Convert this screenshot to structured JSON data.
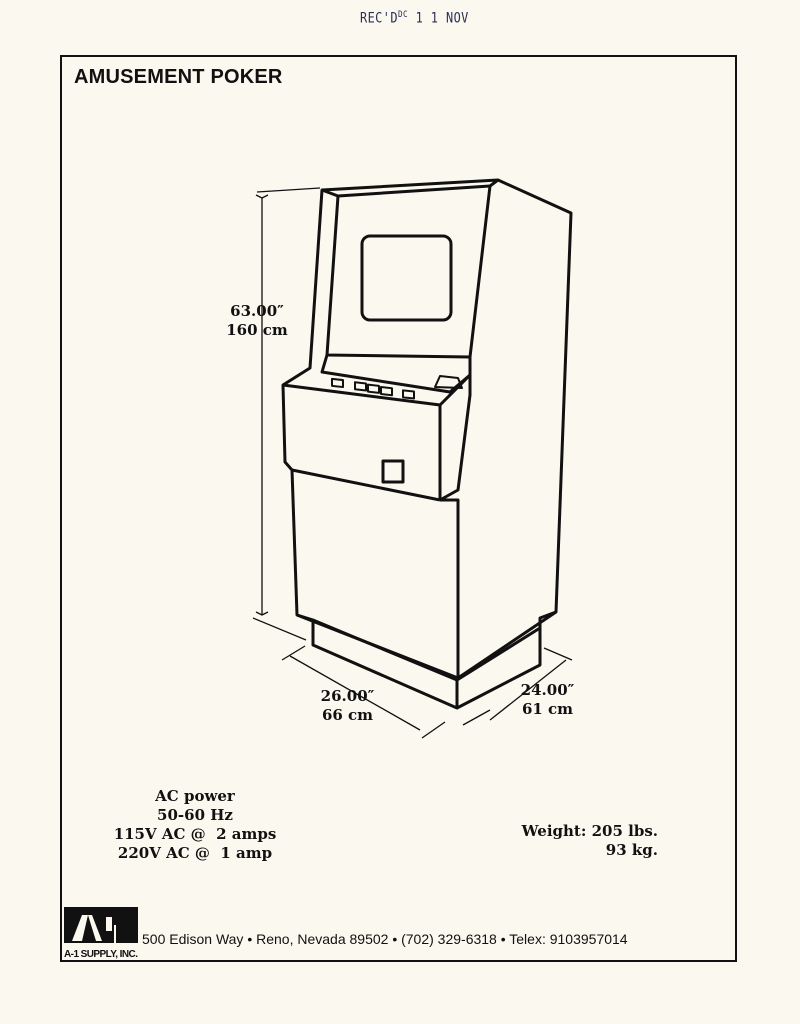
{
  "stamp": {
    "text": "REC'D",
    "sup": "DC",
    "date": "1 1 NOV"
  },
  "title": "AMUSEMENT POKER",
  "dimensions": {
    "height_in": "63.00″",
    "height_cm": "160 cm",
    "width_in": "26.00″",
    "width_cm": "66 cm",
    "depth_in": "24.00″",
    "depth_cm": "61 cm"
  },
  "power": {
    "lines": [
      "AC power",
      "50-60 Hz",
      "115V AC @  2 amps",
      "220V AC @  1 amp"
    ]
  },
  "weight": {
    "lbs": "Weight: 205 lbs.",
    "kg": "93 kg."
  },
  "footer": {
    "logo_text": "A-1",
    "logo_sub": "A-1 SUPPLY, INC.",
    "address": "500 Edison Way • Reno, Nevada 89502 • (702) 329-6318 • Telex: 9103957014"
  }
}
